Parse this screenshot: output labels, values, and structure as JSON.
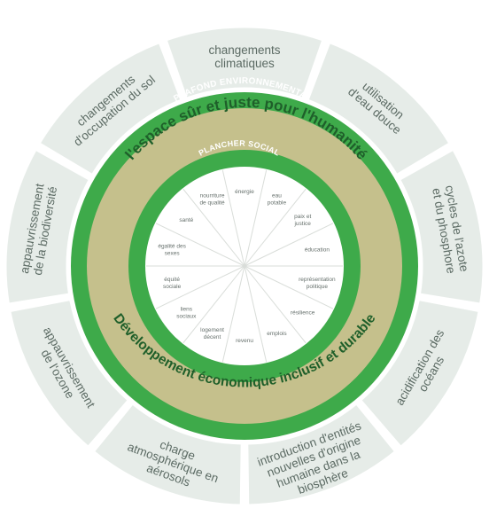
{
  "diagram": {
    "colors": {
      "outer_segment": "#e6ece8",
      "outer_stroke": "#ffffff",
      "green_ring": "#3eaa4a",
      "khaki_band": "#c5c08c",
      "inner_fill": "#ffffff",
      "spoke": "#d9ddd9"
    },
    "outer_segments": [
      {
        "lines": [
          "changements",
          "climatiques"
        ]
      },
      {
        "lines": [
          "utilisation",
          "d'eau douce"
        ]
      },
      {
        "lines": [
          "cycles de l'azote",
          "et du phosphore"
        ]
      },
      {
        "lines": [
          "acidification des",
          "océans"
        ]
      },
      {
        "lines": [
          "introduction d'entités",
          "nouvelles d'origine",
          "humaine dans la",
          "biosphère"
        ]
      },
      {
        "lines": [
          "charge",
          "atmosphérique en",
          "aérosols"
        ]
      },
      {
        "lines": [
          "appauvrissement",
          "de l'ozone"
        ]
      },
      {
        "lines": [
          "appauvrissement",
          "de la biodiversité"
        ]
      },
      {
        "lines": [
          "changements",
          "d'occupation du sol"
        ]
      }
    ],
    "environmental_ceiling": "PLAFOND ENVIRONNEMENTAL",
    "safe_space": "l'espace sûr et juste pour l'humanité",
    "social_floor": "PLANCHER SOCIAL",
    "economy": "Développement économique inclusif et durable",
    "social_items": [
      {
        "lines": [
          "eau",
          "potable"
        ]
      },
      {
        "lines": [
          "paix et",
          "justice"
        ]
      },
      {
        "lines": [
          "éducation"
        ]
      },
      {
        "lines": [
          "représentation",
          "politique"
        ]
      },
      {
        "lines": [
          "résilience"
        ]
      },
      {
        "lines": [
          "emplois"
        ]
      },
      {
        "lines": [
          "revenu"
        ]
      },
      {
        "lines": [
          "logement",
          "décent"
        ]
      },
      {
        "lines": [
          "liens",
          "sociaux"
        ]
      },
      {
        "lines": [
          "équité",
          "sociale"
        ]
      },
      {
        "lines": [
          "égalité des",
          "sexes"
        ]
      },
      {
        "lines": [
          "santé"
        ]
      },
      {
        "lines": [
          "nourriture",
          "de qualité"
        ]
      },
      {
        "lines": [
          "énergie"
        ]
      }
    ]
  }
}
